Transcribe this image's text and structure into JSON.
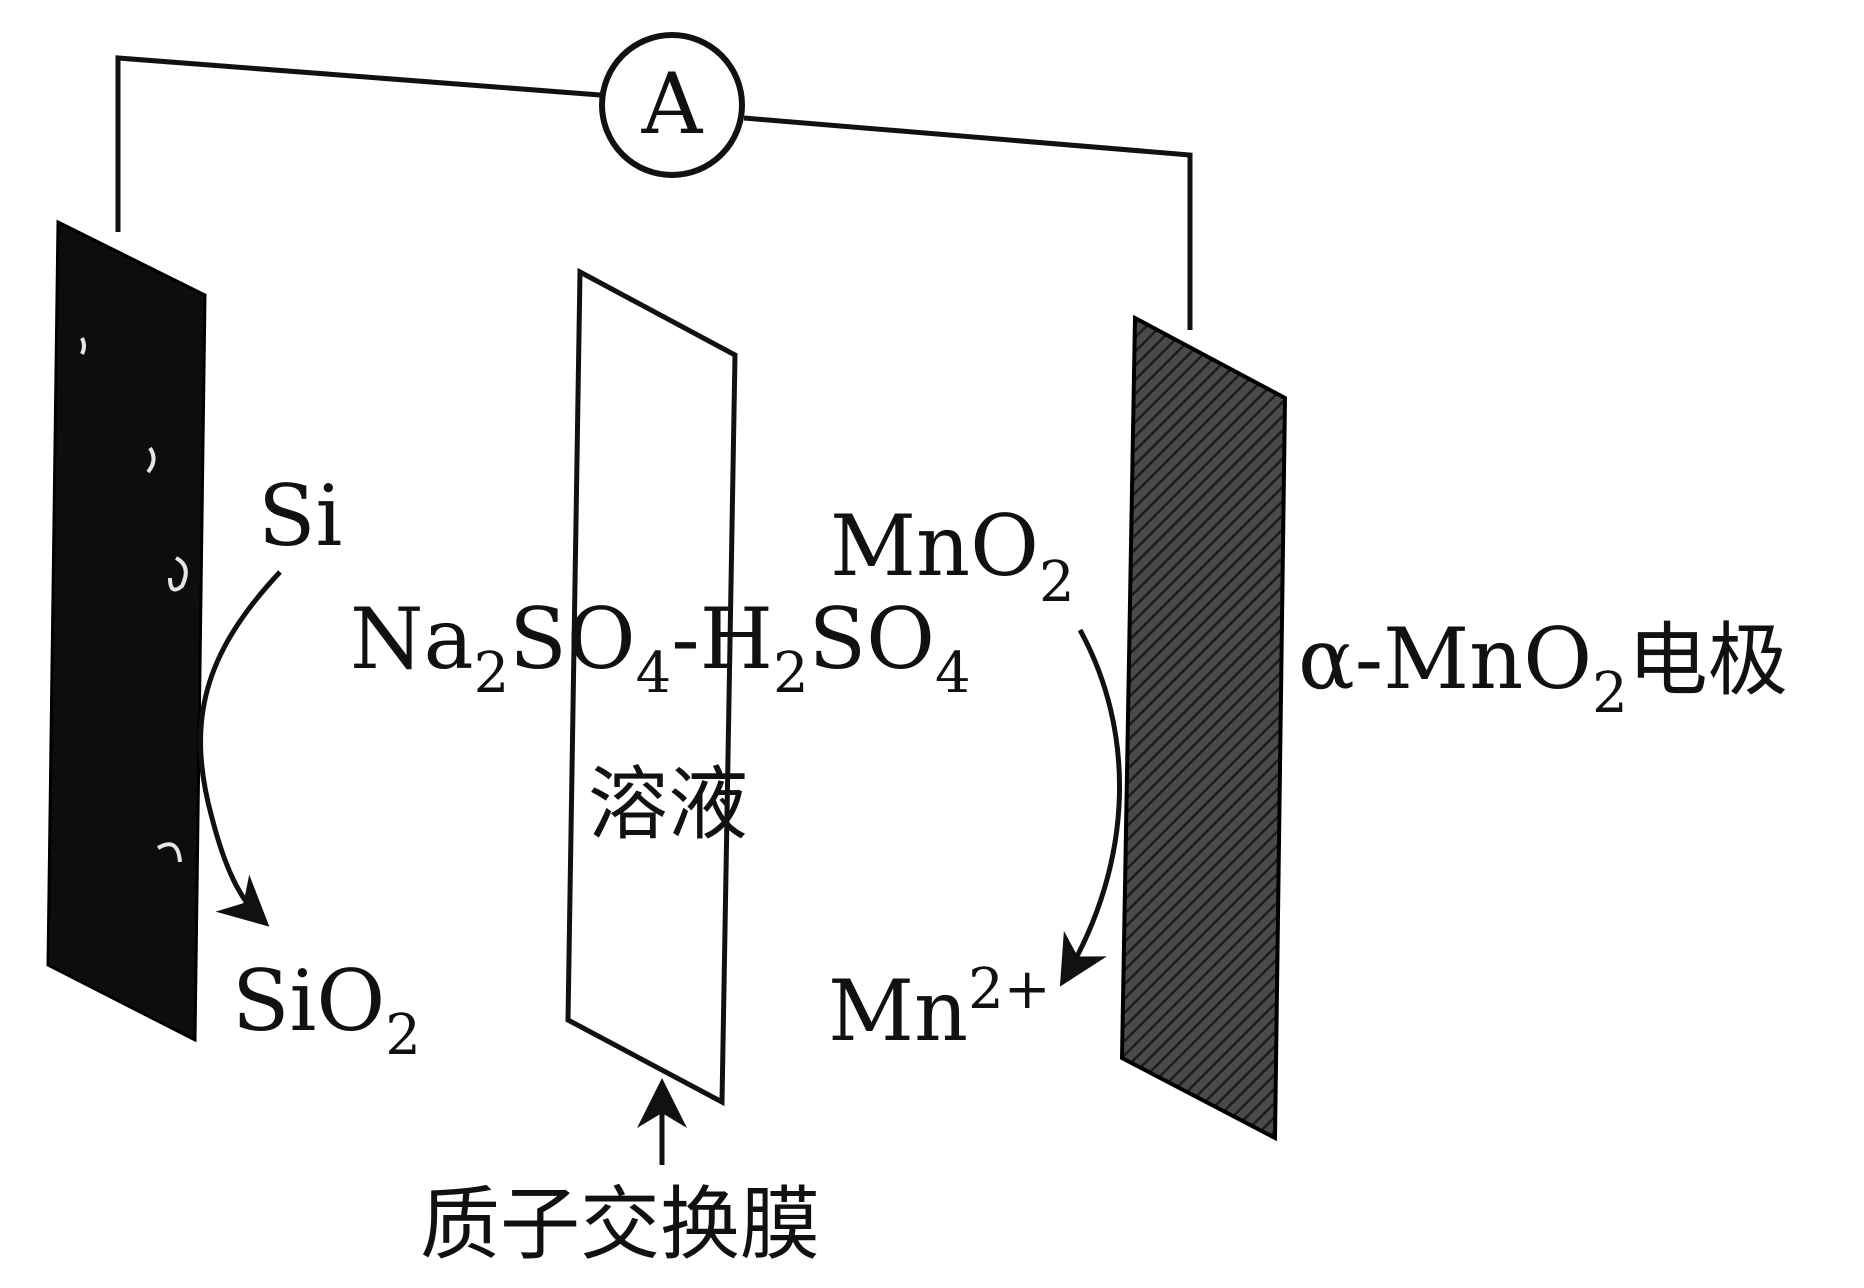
{
  "ammeter": {
    "symbol": "A"
  },
  "left_electrode": {
    "reactant": "Si",
    "product": {
      "base": "SiO",
      "subscript": "2"
    }
  },
  "electrolyte": {
    "part1": {
      "a": "Na",
      "a_sub": "2",
      "b": "SO",
      "b_sub": "4"
    },
    "dash": "-",
    "part2": {
      "a": "H",
      "a_sub": "2",
      "b": "SO",
      "b_sub": "4"
    },
    "word": "溶液"
  },
  "right_electrode": {
    "reactant": {
      "base": "MnO",
      "subscript": "2"
    },
    "product": {
      "base": "Mn",
      "superscript": "2+"
    },
    "label": {
      "prefix": "α-MnO",
      "subscript": "2",
      "suffix": "电极"
    }
  },
  "membrane": {
    "label": "质子交换膜"
  },
  "colors": {
    "ink": "#111111",
    "left_electrode_fill": "#0d0d0d",
    "right_electrode_fill": "#3a3a3a",
    "membrane_fill": "#ffffff"
  }
}
